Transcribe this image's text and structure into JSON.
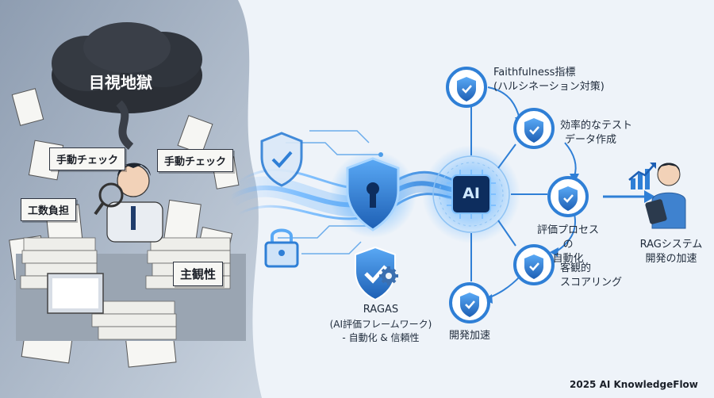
{
  "left": {
    "cloud_label": "目視地獄",
    "tag_check_1": "手動チェック",
    "tag_check_2": "手動チェック",
    "tag_cost": "工数負担",
    "tag_subjective": "主観性"
  },
  "center": {
    "ragas_title": "RAGAS",
    "ragas_sub": "(AI評価フレームワーク)",
    "ragas_sub2": "- 自動化 & 信頼性",
    "ai_label": "AI"
  },
  "nodes": [
    {
      "line1": "Faithfulness指標",
      "line2": "(ハルシネーション対策)"
    },
    {
      "line1": "効率的なテスト",
      "line2": "データ作成"
    },
    {
      "line1": "評価プロセスの",
      "line2": "自動化"
    },
    {
      "line1": "客観的",
      "line2": "スコアリング"
    },
    {
      "line1": "開発加速",
      "line2": ""
    }
  ],
  "result": {
    "line1": "RAGシステム",
    "line2": "開発の加速"
  },
  "footer": "2025 AI KnowledgeFlow",
  "colors": {
    "accent": "#2f7fd6",
    "dark_cloud": "#2b2f36",
    "bg_right": "#eef3f9"
  },
  "icons": [
    "shield-check-icon",
    "lock-icon",
    "keyhole-shield-icon",
    "ai-chip-icon",
    "gear-icon",
    "bar-chart-icon",
    "person-tablet-icon"
  ]
}
